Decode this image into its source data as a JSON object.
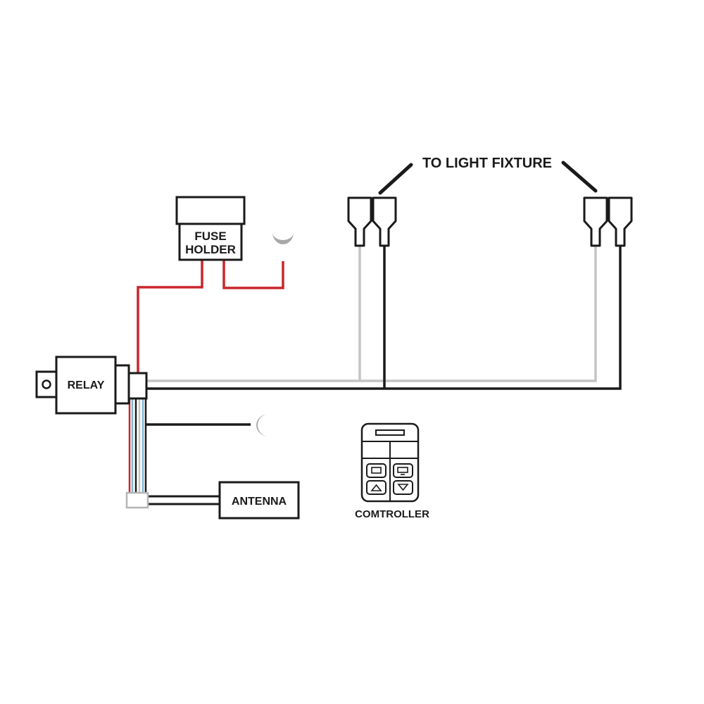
{
  "labels": {
    "light_fixture": "TO LIGHT FIXTURE",
    "fuse_line1": "FUSE",
    "fuse_line2": "HOLDER",
    "relay": "RELAY",
    "antenna": "ANTENNA",
    "controller": "COMTROLLER"
  },
  "colors": {
    "outline": "#1a1a1a",
    "red_wire": "#c8262b",
    "gray_wire": "#c4c4c4",
    "blue_wire": "#7ab8d6",
    "ring_terminal": "#a8a8a8"
  },
  "icons": {
    "ring_terminal": "ring-terminal-icon",
    "controller_buttons": [
      "rectangle-button-icon",
      "screen-button-icon",
      "up-arrow-icon",
      "down-arrow-icon"
    ]
  }
}
